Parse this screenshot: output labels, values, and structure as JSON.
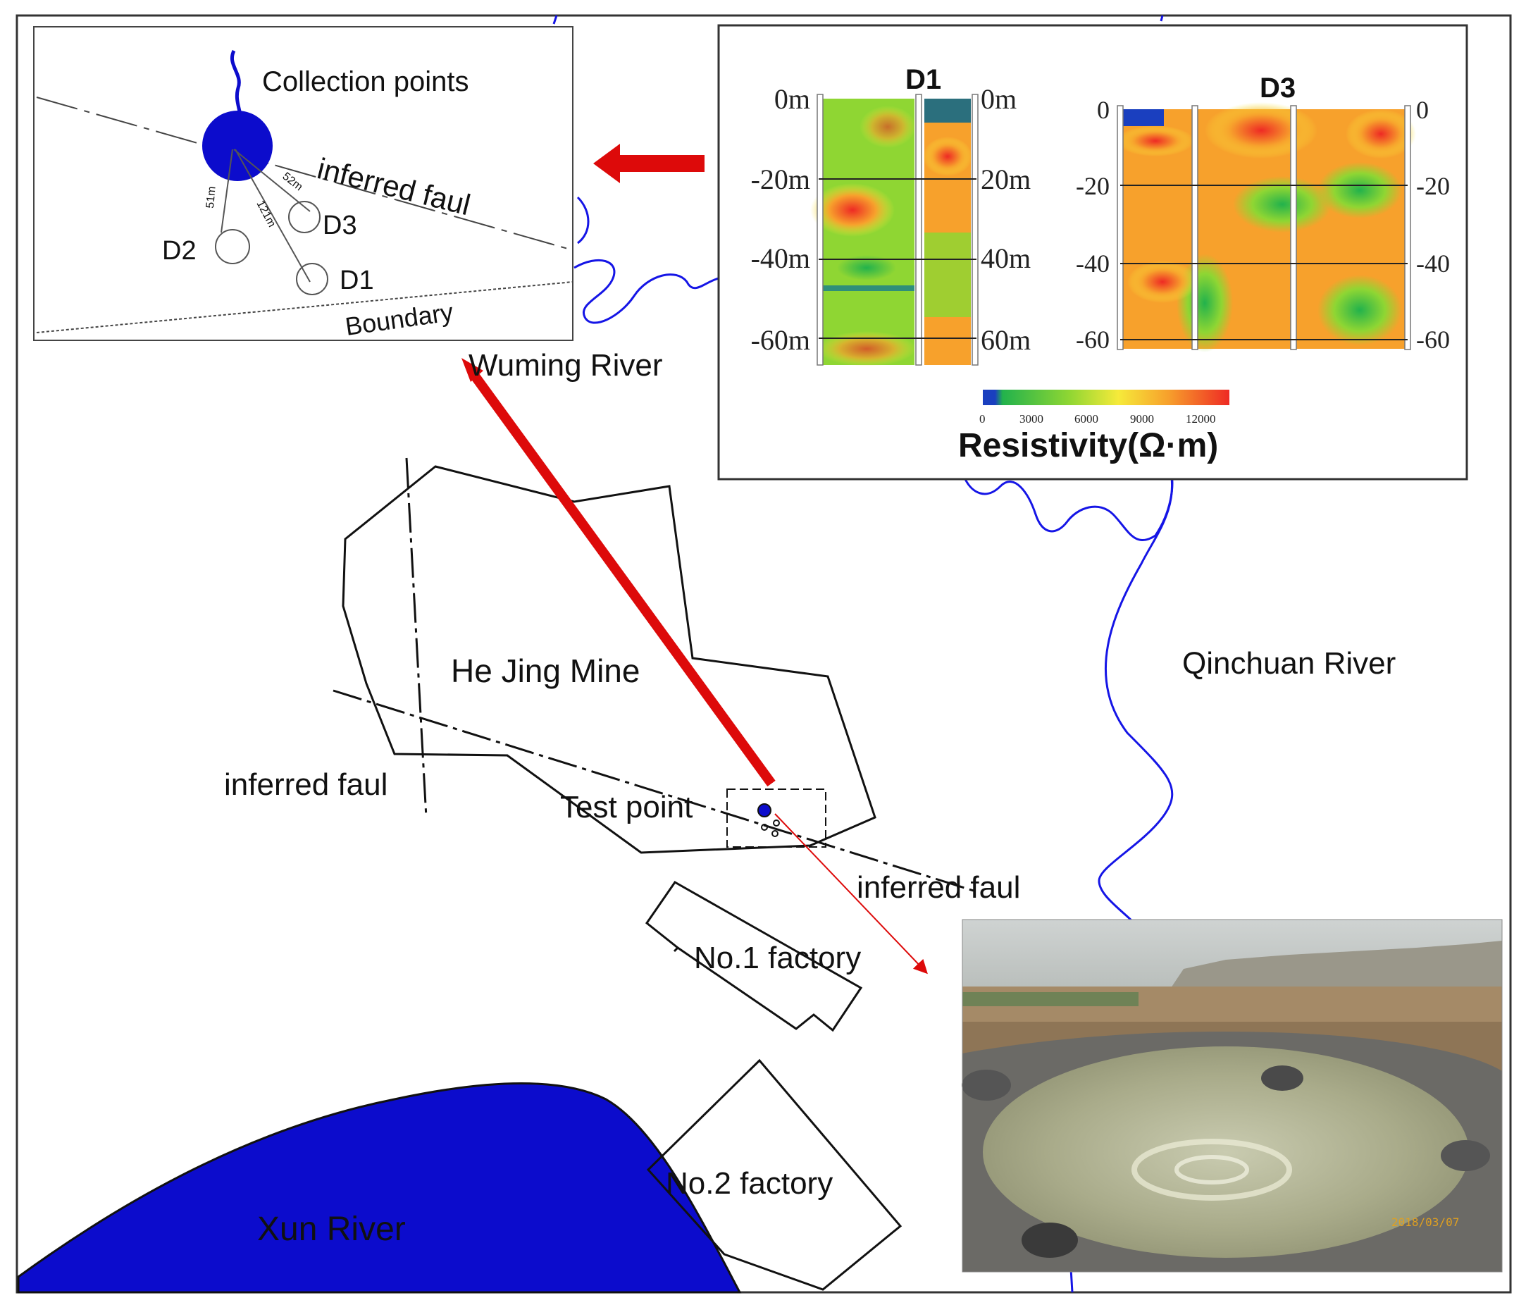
{
  "labels": {
    "wuming_river": "Wuming River",
    "qinchuan_river": "Qinchuan River",
    "xun_river": "Xun River",
    "mine": "He Jing Mine",
    "test_point": "Test point",
    "fault_west": "inferred faul",
    "fault_east": "inferred faul",
    "factory1": "No.1 factory",
    "factory2": "No.2 factory"
  },
  "inset_layout": {
    "collection_points": "Collection points",
    "inferred_fault": "inferred faul",
    "boundary": "Boundary",
    "d1": "D1",
    "d2": "D2",
    "d3": "D3",
    "dist_d2": "51m",
    "dist_d3": "52m",
    "dist_d1": "121m"
  },
  "inset_resistivity": {
    "d1_title": "D1",
    "d3_title": "D3",
    "d1_depth_left": [
      "0m",
      "-20m",
      "-40m",
      "-60m"
    ],
    "d1_depth_right": [
      "0m",
      "20m",
      "40m",
      "60m"
    ],
    "d3_depth_left": [
      "0",
      "-20",
      "-40",
      "-60"
    ],
    "d3_depth_right": [
      "0",
      "-20",
      "-40",
      "-60"
    ],
    "colorbar_ticks": [
      "0",
      "3000",
      "6000",
      "9000",
      "12000"
    ],
    "colorbar_title": "Resistivity(Ω·m)",
    "colors": [
      "#1a3fbf",
      "#22b24c",
      "#8fd633",
      "#f6ea3a",
      "#f7a12c",
      "#ee2a24"
    ]
  },
  "photo": {
    "date_stamp": "2018/03/07"
  },
  "colors": {
    "river_blue": "#1515e6",
    "lake_blue": "#0c0ccc",
    "arrow_red": "#dd0a0a"
  }
}
